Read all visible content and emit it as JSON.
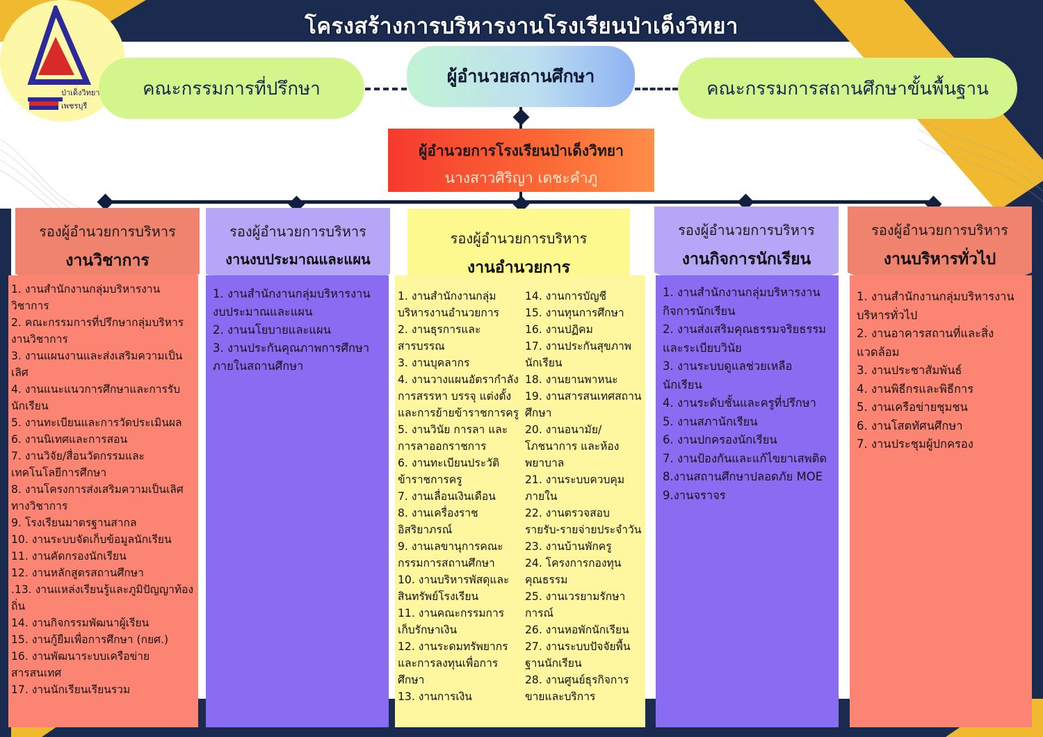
{
  "title": "โครงสร้างการบริหารงานโรงเรียนป่าเด็งวิทยา",
  "logo": {
    "icon": "school-emblem-icon",
    "line1": "ป่าเด็งวิทยา",
    "line2": "เพชรบุรี"
  },
  "top": {
    "left_committee": "คณะกรรมการที่ปรึกษา",
    "center": "ผู้อำนวยสถานศึกษา",
    "right_committee": "คณะกรรมการสถานศึกษาขั้นพื้นฐาน"
  },
  "principal": {
    "title": "ผู้อำนวยการโรงเรียนป่าเด็งวิทยา",
    "name": "นางสาวศิริญา เดชะคำภู"
  },
  "colors": {
    "navy": "#0f1f3d",
    "green": "#d3f58c",
    "orange_panel": "#fc8472",
    "purple_panel": "#8a6cf3",
    "yellow_panel": "#fff6a0",
    "accent_yellow": "#f1b92f"
  },
  "departments": [
    {
      "line1": "รองผู้อำนวยการบริหาร",
      "line2": "งานวิชาการ",
      "items": [
        "1. งานสำนักงานกลุ่มบริหารงานวิชาการ",
        " 2. คณะกรรมการที่ปรึกษากลุ่มบริหารงานวิชาการ",
        "3. งานแผนงานและส่งเสริมความเป็นเลิศ",
        " 4. งานแนะแนวการศึกษาและการรับนักเรียน",
        " 5. งานทะเบียนและการวัดประเมินผล",
        " 6. งานนิเทศและการสอน",
        " 7. งานวิจัย/สื่อนวัตกรรมและเทคโนโลยีการศึกษา",
        " 8. งานโครงการส่งเสริมความเป็นเลิศทางวิชาการ",
        " 9. โรงเรียนมาตรฐานสากล",
        " 10. งานระบบจัดเก็บข้อมูลนักเรียน",
        " 11. งานคัดกรองนักเรียน",
        " 12. งานหลักสูตรสถานศึกษา",
        " .13. งานแหล่งเรียนรู้และภูมิปัญญาท้องถิ่น",
        " 14. งานกิจกรรมพัฒนาผู้เรียน",
        " 15. งานกู้ยืมเพื่อการศึกษา (กยศ.)",
        " 16. งานพัฒนาระบบเครือข่ายสารสนเทศ",
        "17. งานนักเรียนเรียนรวม"
      ]
    },
    {
      "line1": "รองผู้อำนวยการบริหาร",
      "line2": "งานงบประมาณและแผน",
      "items": [
        "1. งานสำนักงานกลุ่มบริหารงานงบประมาณและแผน",
        " 2. งานนโยบายและแผน",
        " 3. งานประกันคุณภาพการศึกษาภายในสถานศึกษา"
      ]
    },
    {
      "line1": "รองผู้อำนวยการบริหาร",
      "line2": "งานอำนวยการ",
      "items_left": [
        "1. งานสำนักงานกลุ่มบริหารงานอำนวยการ",
        " 2. งานธุรการและสารบรรณ",
        " 3. งานบุคลากร",
        " 4. งานวางแผนอัตรากำลัง การสรรหา บรรจุ แต่งตั้ง และการย้ายข้าราชการครู",
        " 5. งานวินัย การลา และการลาออกราชการ",
        " 6. งานทะเบียนประวัติข้าราชการครู",
        " 7. งานเลื่อนเงินเดือน",
        " 8. งานเครื่องราชอิสริยาภรณ์",
        " 9. งานเลขานุการคณะกรรมการสถานศึกษา",
        " 10. งานบริหารพัสดุและสินทรัพย์โรงเรียน",
        " 11. งานคณะกรรมการเก็บรักษาเงิน",
        "12. งานระดมทรัพยากรและการลงทุนเพื่อการศึกษา",
        "13. งานการเงิน"
      ],
      "items_right": [
        "14. งานการบัญชี",
        "15. งานทุนการศึกษา",
        " 16. งานปฏิคม",
        " 17. งานประกันสุขภาพนักเรียน",
        "18. งานยานพาหนะ",
        " 19. งานสารสนเทศสถานศึกษา",
        " 20. งานอนามัย/โภชนาการ และห้องพยาบาล",
        " 21. งานระบบควบคุมภายใน",
        "22. งานตรวจสอบรายรับ-รายจ่ายประจำวัน",
        " 23. งานบ้านพักครู",
        " 24. โครงการกองทุนคุณธรรม",
        " 25. งานเวรยามรักษาการณ์",
        " 26. งานหอพักนักเรียน",
        " 27. งานระบบปัจจัยพื้นฐานนักเรียน",
        " 28. งานศูนย์ธุรกิจการขายและบริการ"
      ]
    },
    {
      "line1": "รองผู้อำนวยการบริหาร",
      "line2": "งานกิจการนักเรียน",
      "items": [
        "1. งานสำนักงานกลุ่มบริหารงานกิจการนักเรียน",
        " 2. งานส่งเสริมคุณธรรมจริยธรรม และระเบียบวินัย",
        " 3. งานระบบดูแลช่วยเหลือนักเรียน",
        " 4. งานระดับชั้นและครูที่ปรึกษา",
        " 5. งานสภานักเรียน",
        " 6. งานปกครองนักเรียน",
        " 7. งานป้องกันและแก้ไขยาเสพติด",
        "8.งานสถานศึกษาปลอดภัย MOE",
        "9.งานจราจร"
      ]
    },
    {
      "line1": "รองผู้อำนวยการบริหาร",
      "line2": "งานบริหารทั่วไป",
      "items": [
        "1. งานสำนักงานกลุ่มบริหารงานบริหารทั่วไป",
        " 2. งานอาคารสถานที่และสิ่งแวดล้อม",
        "3. งานประชาสัมพันธ์",
        " 4. งานพิธีกรและพิธีการ",
        " 5. งานเครือข่ายชุมชน",
        " 6. งานโสตทัศนศึกษา",
        " 7. งานประชุมผู้ปกครอง"
      ]
    }
  ]
}
